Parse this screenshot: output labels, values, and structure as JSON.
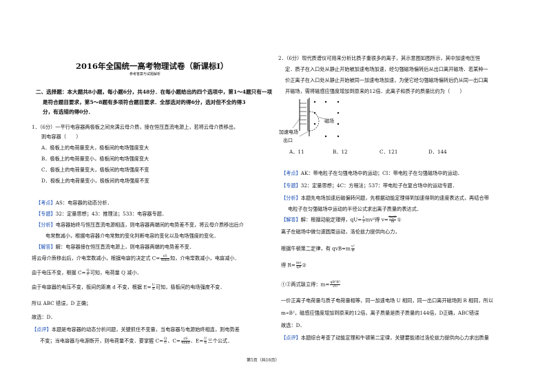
{
  "title": "2016年全国统一高考物理试卷（新课标Ⅰ）",
  "subtitle": "参考答案与试题解析",
  "section_heading": {
    "line1": "二、选择题：本大题共8小题，每小题6分，共48分．在每小题给出的四个选项中，第1～4题只有一项",
    "line2": "是符合题目要求，第5～8题有多项符合题目要求．全部选对的得6分，选对但不全的得3",
    "line3": "分，有选错的得0分．"
  },
  "q1": {
    "stem1": "1．（6分）一平行电容器两极板之间充满云母介质，接在恒压直流电源上，若将云母介质移出，",
    "stem2": "则电容器（　　）",
    "options": [
      "A．极板上的电荷量变大，极板间的电场强度变大",
      "B．极板上的电荷量变小，极板间的电场强度变大",
      "C．极板上的电荷量变大，极板间的电场强度不变",
      "D．极板上的电荷量变小，极板间的电场强度不变"
    ],
    "kaodian_tag": "【考点】",
    "kaodian": "AS：电容器的动态分析．",
    "zhuanti_tag": "【专题】",
    "zhuanti": "32：定量思想；43：推理法；533：电容器专题．",
    "fenxi_tag": "【分析】",
    "fenxi1": "电容器始终与恒压直流电源相连，则电容器两端间的电势差不变，将云母介质移出后介",
    "fenxi2": "电常数减小，根据电容器介电常数的变化判断电容的变化以及电场强度的变化．",
    "jieda_tag": "【解答】",
    "jieda1": "解：电容器接在恒压直流电源上，则电容器两端的电势差不变．",
    "line2a": "将云母介质移出后，介电常数减小，根据电容的决定式 C=",
    "f_cap_num": "εS",
    "f_cap_den": "4πkd",
    "line2b": "知，介电常数减小，电容减小．",
    "line3a": "由于电压不变，根据 C=",
    "f_qu_num": "Q",
    "f_qu_den": "U",
    "line3b": "可知，电荷量 Q 减小．",
    "line4a": "由于电容器的电压不变，板间的距离 d 不变，根据 E=",
    "f_ud_num": "U",
    "f_ud_den": "d",
    "line4b": "可知，极板间的电场强度不变．",
    "line5": "所以 ABC 错误，D 正确；",
    "line6": "故选：D．",
    "dianping_tag": "【点评】",
    "dianping1": "本题是电容器的动态分析问题，关键抓住不变量，当电容器与电源始终相连，则电势差",
    "dianping2a": "不变；当电容器与电源断开，则电荷量不变．要掌握 C=",
    "f_c1_num": "Q",
    "f_c1_den": "U",
    "dianping2b": "、C=",
    "f_c2_num": "εS",
    "f_c2_den": "4πkd",
    "dianping2c": "、E=",
    "f_e_num": "U",
    "f_e_den": "d",
    "dianping2d": "三个公式．"
  },
  "q2": {
    "stem1": "2．（6分）现代质谱仪可用来分析比质子重很多的离子，其示意图如图所示，其中加速电压恒",
    "stem2": "定．质子在入口处从静止开始被加速电场加速，经匀强磁场偏转后从出口离开磁场．若某种一",
    "stem3": "价正离子在入口处从静止开始被同一加速电场加速，为使它经匀强磁场偏转后仍从同一出口离",
    "stem4": "开磁场，需将磁感应强度增加到原来的12倍．此离子和质子的质量比约为（　　）",
    "fig_label_accel": "加速电场",
    "fig_label_exit": "出口",
    "fig_label_field": "磁场",
    "options": [
      "A．11",
      "B．12",
      "C．121",
      "D．144"
    ],
    "kaodian_tag": "【考点】",
    "kaodian": "AK：带电粒子在匀强电场中的运动；CI：带电粒子在匀强磁场中的运动．",
    "zhuanti_tag": "【专题】",
    "zhuanti": "32：定量思想；4C：方程法；537：带电粒子在复合场中的运动专题．",
    "fenxi_tag": "【分析】",
    "fenxi1": "本题先电场加速后磁偏转问题，先根据动能定理得到加速得到的速度表达式，再结合带",
    "fenxi2": "电粒子在匀强磁场中运动的半径公式求出离子质量的表达式．",
    "jieda_tag": "【解答】",
    "jieda1a": "解：根据动能定理得，qU=",
    "f_half_num": "1",
    "f_half_den": "2",
    "jieda1b": "mv²得 v=",
    "f_v_num": "2qU",
    "f_v_den": "m",
    "jieda1c": "①",
    "line2": "离子在磁场中做匀速圆周运动，洛伦兹力提供向心力，",
    "line3a": "根据牛顿第二定律，有 qvB=m",
    "f_r_num": "v²",
    "f_r_den": "R",
    "line4a": "得 R=",
    "f_mv_num": "mv",
    "f_mv_den": "qB",
    "line4b": "②",
    "line5a": "①②两式联立得：m=",
    "f_m_num": "qB²R²",
    "f_m_den": "2U",
    "line6": "一价正离子电荷量与质子电荷量相等，同一加速电场 U 相同，同一出口离开磁场则 R 相同，所以",
    "line7": "m∝B²，磁感应强度增加到原来的12倍，离子质量是质子质量的144倍，D正确，ABC错误",
    "line8": "故选：D．",
    "dianping_tag": "【点评】",
    "dianping1": "本题综合考查了动能定理和牛顿第二定律，关键要能通过洛伦兹力提供向心力求出质量"
  },
  "footer": "第5页（共16页）"
}
